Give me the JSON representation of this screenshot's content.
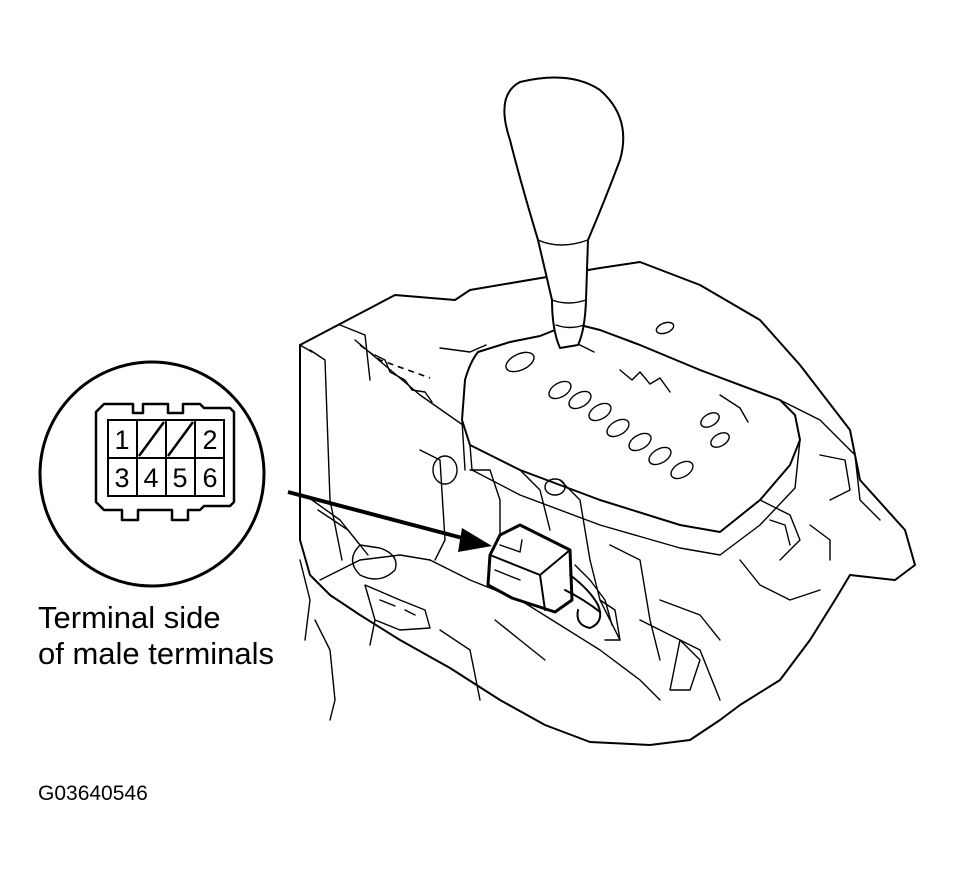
{
  "callout": {
    "line1": "Terminal side",
    "line2": "of male terminals"
  },
  "connector_pins": {
    "top_left": "1",
    "top_right": "2",
    "bottom": [
      "3",
      "4",
      "5",
      "6"
    ]
  },
  "figure_id": "G03640546"
}
